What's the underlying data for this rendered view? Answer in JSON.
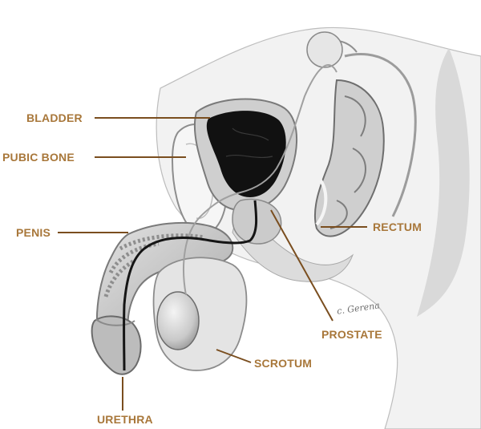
{
  "colors": {
    "label": "#a8773a",
    "leader": "#7a4e1f",
    "urethra": "#151515",
    "bladder": "#111111"
  },
  "labels": {
    "bladder": "BLADDER",
    "pubic_bone": "PUBIC BONE",
    "penis": "PENIS",
    "rectum": "RECTUM",
    "prostate": "PROSTATE",
    "scrotum": "SCROTUM",
    "urethra": "URETHRA"
  },
  "signature": "c. Gerena"
}
